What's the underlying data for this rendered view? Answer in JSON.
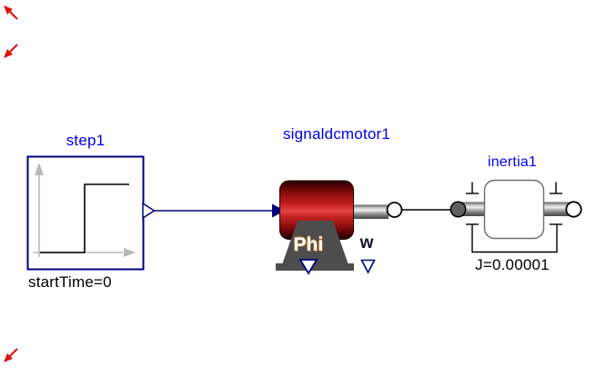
{
  "diagram": {
    "components": {
      "step": {
        "name": "step1",
        "parameter": "startTime=0"
      },
      "motor": {
        "name": "signaldcmotor1",
        "phi_port": "Phi",
        "w_port": "w"
      },
      "inertia": {
        "name": "inertia1",
        "parameter": "J=0.00001"
      }
    },
    "colors": {
      "component_label_blue": "#0000ee",
      "signal_connector_blue": "#00007f",
      "motor_body_red": "#c32020",
      "stand_gray": "#4d4d4d",
      "annotation_arrow_red": "#e01010",
      "axis_gray": "#b8b8b8",
      "mechanical_line_black": "#000000",
      "step_box_border_navy": "#000080"
    },
    "icons": [
      {
        "name": "step-signal-icon",
        "shape": "gray axes with black step curve"
      },
      {
        "name": "dc-motor-icon",
        "shape": "red gradient cylinder on dark gray stand with shaft"
      },
      {
        "name": "inertia-icon",
        "shape": "white block on shaft with bearing symbols"
      },
      {
        "name": "annotation-arrow-icon",
        "shape": "small red diagonal arrow"
      }
    ]
  }
}
